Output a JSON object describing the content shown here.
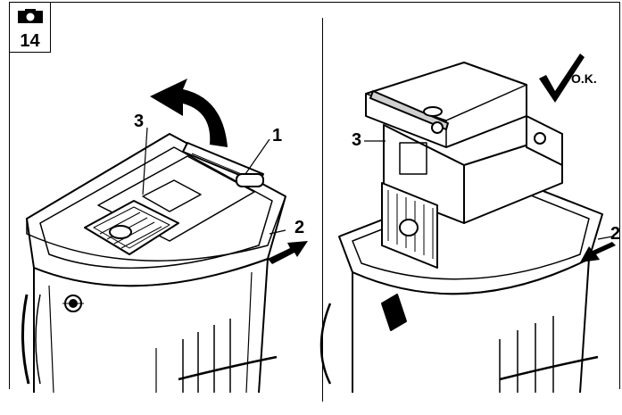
{
  "figure": {
    "number": "14",
    "camera_icon": "camera-icon",
    "check_icon": "checkmark-icon",
    "ok_label": "O.K."
  },
  "callouts_left": [
    {
      "id": "label-1-left",
      "text": "1"
    },
    {
      "id": "label-2-left",
      "text": "2"
    },
    {
      "id": "label-3-left",
      "text": "3"
    }
  ],
  "callouts_right": [
    {
      "id": "label-2-right",
      "text": "2"
    },
    {
      "id": "label-3-right",
      "text": "3"
    }
  ],
  "colors": {
    "ink": "#000000",
    "paper": "#ffffff",
    "shade": "#cfcfcf"
  }
}
